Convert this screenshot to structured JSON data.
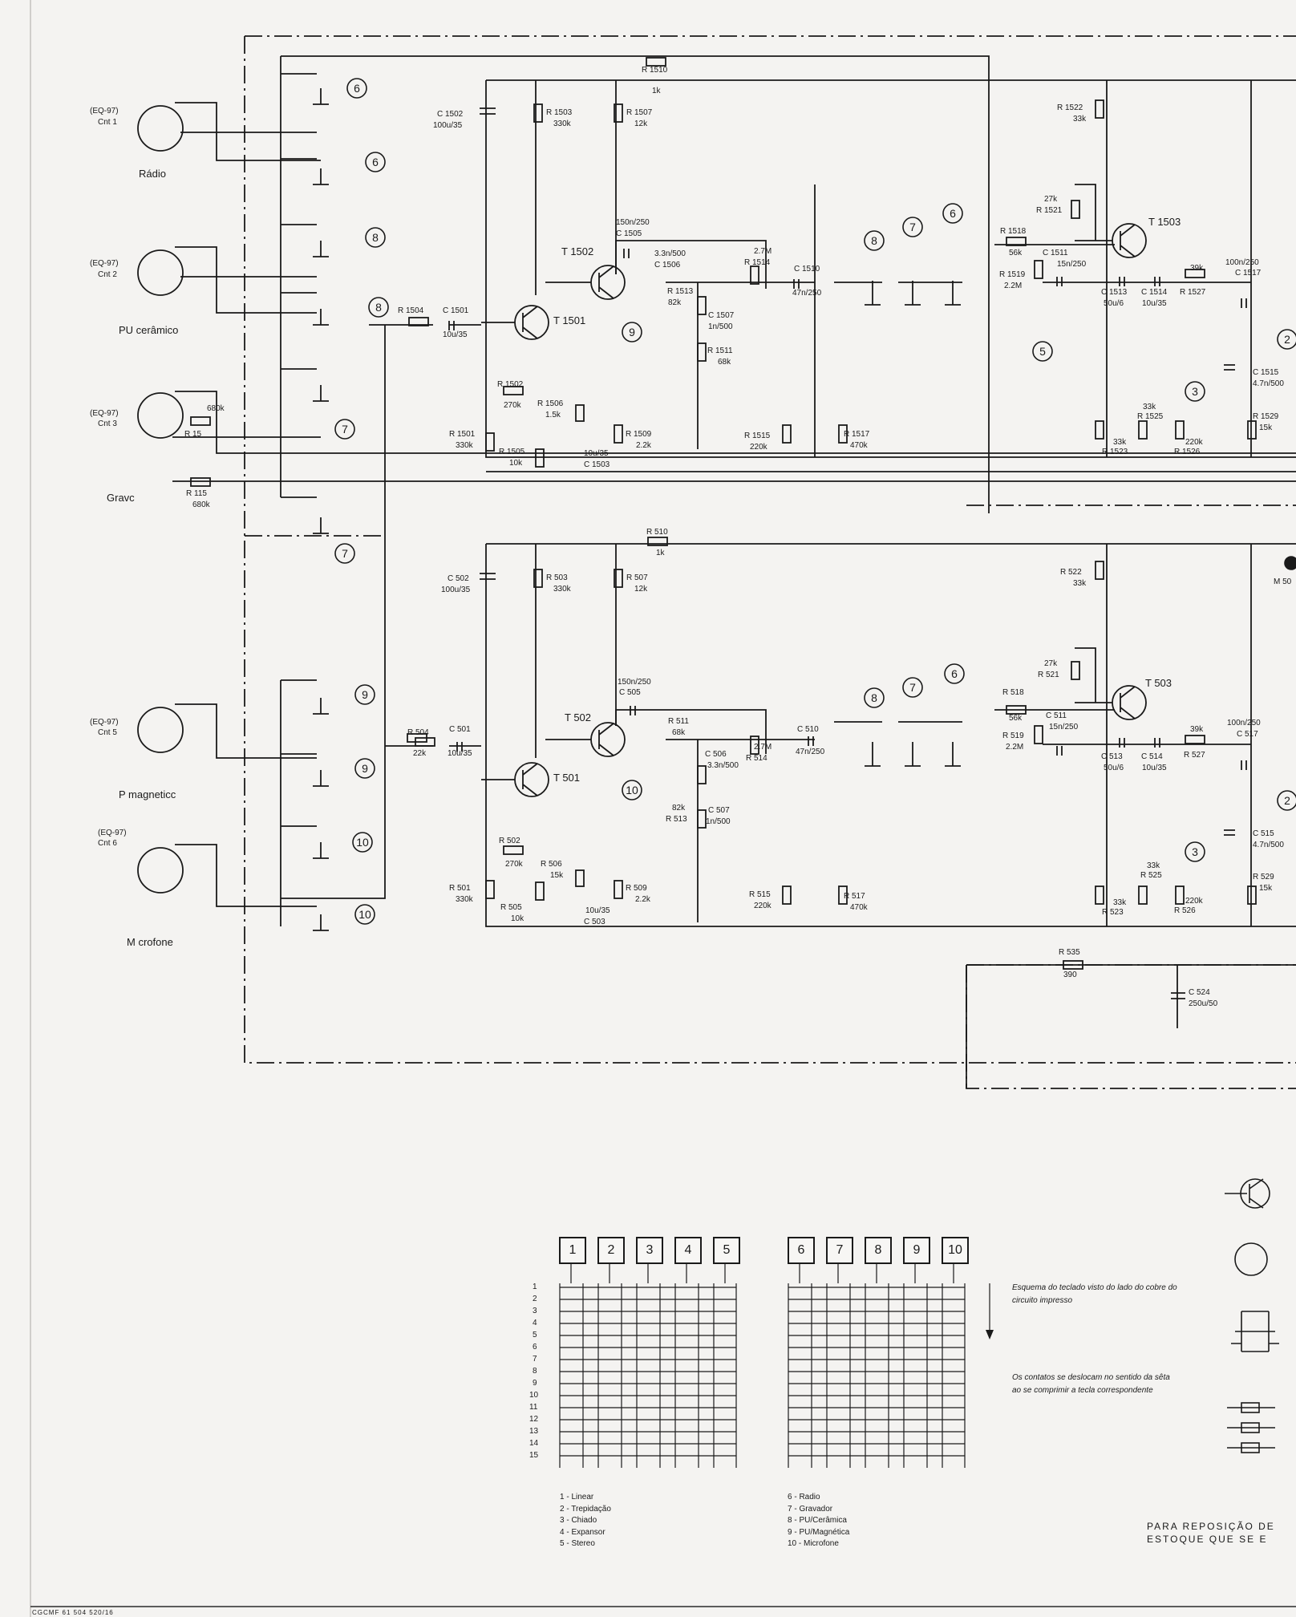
{
  "inputs": {
    "radio": {
      "tag": "(EQ-97)",
      "connector": "Cnt 1",
      "label": "Rádio"
    },
    "pu_ceramico": {
      "tag": "(EQ-97)",
      "connector": "Cnt 2",
      "label": "PU cerâmico"
    },
    "gravador": {
      "tag": "(EQ-97)",
      "connector": "Cnt 3",
      "label": "Gravc"
    },
    "pu_magnetico": {
      "tag": "(EQ-97)",
      "connector": "Cnt 5",
      "label": "P magneticc"
    },
    "microfone": {
      "tag": "(EQ-97)",
      "connector": "Cnt 6",
      "label": "M crofone"
    }
  },
  "components": {
    "r15": {
      "name": "R 15",
      "value": "680k"
    },
    "r115": {
      "name": "R 115",
      "value": "680k"
    },
    "r1504": {
      "name": "R 1504",
      "value": ""
    },
    "c1501": {
      "name": "C 1501",
      "value": "10u/35"
    },
    "c1502": {
      "name": "C 1502",
      "value": "100u/35"
    },
    "r1503": {
      "name": "R 1503",
      "value": "330k"
    },
    "r1507": {
      "name": "R 1507",
      "value": "12k"
    },
    "r1510": {
      "name": "R 1510",
      "value": "1k"
    },
    "t1501": {
      "name": "T 1501"
    },
    "t1502": {
      "name": "T 1502"
    },
    "c1505": {
      "name": "C 1505",
      "value": "150n/250"
    },
    "c1506": {
      "name": "C 1506",
      "value": "3.3n/500"
    },
    "r1514": {
      "name": "R 1514",
      "value": "2.7M"
    },
    "r1513": {
      "name": "R 1513",
      "value": "82k"
    },
    "c1507": {
      "name": "C 1507",
      "value": "1n/500"
    },
    "r1511": {
      "name": "R 1511",
      "value": "68k"
    },
    "r1502": {
      "name": "R 1502",
      "value": "270k"
    },
    "r1506": {
      "name": "R 1506",
      "value": "1.5k"
    },
    "r1501": {
      "name": "R 1501",
      "value": "330k"
    },
    "r1505": {
      "name": "R 1505",
      "value": "10k"
    },
    "c1503": {
      "name": "C 1503",
      "value": "10u/35"
    },
    "r1509": {
      "name": "R 1509",
      "value": "2.2k"
    },
    "c1510": {
      "name": "C 1510",
      "value": "47n/250"
    },
    "r1515": {
      "name": "R 1515",
      "value": "220k"
    },
    "r1517": {
      "name": "R 1517",
      "value": "470k"
    },
    "r1518": {
      "name": "R 1518",
      "value": "56k"
    },
    "r1519": {
      "name": "R 1519",
      "value": "2.2M"
    },
    "c1511": {
      "name": "C 1511",
      "value": "15n/250"
    },
    "r1521": {
      "name": "R 1521",
      "value": "27k"
    },
    "r1522": {
      "name": "R 1522",
      "value": "33k"
    },
    "t1503": {
      "name": "T 1503"
    },
    "c1513": {
      "name": "C 1513",
      "value": "50u/6"
    },
    "c1514": {
      "name": "C 1514",
      "value": "10u/35"
    },
    "r1527": {
      "name": "R 1527",
      "value": "39k"
    },
    "c1517": {
      "name": "C 1517",
      "value": "100n/250"
    },
    "c1515": {
      "name": "C 1515",
      "value": "4.7n/500"
    },
    "r1525": {
      "name": "R 1525",
      "value": "33k"
    },
    "r1523": {
      "name": "R 1523",
      "value": "33k"
    },
    "r1526": {
      "name": "R 1526",
      "value": "220k"
    },
    "r1529": {
      "name": "R 1529",
      "value": "15k"
    },
    "r504": {
      "name": "R 504",
      "value": "22k"
    },
    "c501": {
      "name": "C 501",
      "value": "10u/35"
    },
    "c502": {
      "name": "C 502",
      "value": "100u/35"
    },
    "r503": {
      "name": "R 503",
      "value": "330k"
    },
    "r507": {
      "name": "R 507",
      "value": "12k"
    },
    "r510": {
      "name": "R 510",
      "value": "1k"
    },
    "t501": {
      "name": "T 501"
    },
    "t502": {
      "name": "T 502"
    },
    "c505": {
      "name": "C 505",
      "value": "150n/250"
    },
    "r511": {
      "name": "R 511",
      "value": "68k"
    },
    "c506": {
      "name": "C 506",
      "value": "3.3n/500"
    },
    "r514": {
      "name": "R 514",
      "value": "2.7M"
    },
    "r513": {
      "name": "R 513",
      "value": "82k"
    },
    "c507": {
      "name": "C 507",
      "value": "1n/500"
    },
    "r502": {
      "name": "R 502",
      "value": "270k"
    },
    "r506": {
      "name": "R 506",
      "value": "15k"
    },
    "r501": {
      "name": "R 501",
      "value": "330k"
    },
    "r505": {
      "name": "R 505",
      "value": "10k"
    },
    "c503": {
      "name": "C 503",
      "value": "10u/35"
    },
    "r509": {
      "name": "R 509",
      "value": "2.2k"
    },
    "c510": {
      "name": "C 510",
      "value": "47n/250"
    },
    "r515": {
      "name": "R 515",
      "value": "220k"
    },
    "r517": {
      "name": "R 517",
      "value": "470k"
    },
    "r518": {
      "name": "R 518",
      "value": "56k"
    },
    "r519": {
      "name": "R 519",
      "value": "2.2M"
    },
    "c511": {
      "name": "C 511",
      "value": "15n/250"
    },
    "r521": {
      "name": "R 521",
      "value": "27k"
    },
    "r522": {
      "name": "R 522",
      "value": "33k"
    },
    "t503": {
      "name": "T 503"
    },
    "c513": {
      "name": "C 513",
      "value": "50u/6"
    },
    "c514": {
      "name": "C 514",
      "value": "10u/35"
    },
    "r527": {
      "name": "R 527",
      "value": "39k"
    },
    "c517": {
      "name": "C 517",
      "value": "100n/250"
    },
    "c515": {
      "name": "C 515",
      "value": "4.7n/500"
    },
    "r525": {
      "name": "R 525",
      "value": "33k"
    },
    "r523": {
      "name": "R 523",
      "value": "33k"
    },
    "r526": {
      "name": "R 526",
      "value": "220k"
    },
    "r529": {
      "name": "R 529",
      "value": "15k"
    },
    "r535": {
      "name": "R 535",
      "value": "390"
    },
    "c524": {
      "name": "C 524",
      "value": "250u/50"
    },
    "m50": {
      "name": "M 50"
    }
  },
  "keyboard": {
    "keys_left": [
      "1",
      "2",
      "3",
      "4",
      "5"
    ],
    "keys_right": [
      "6",
      "7",
      "8",
      "9",
      "10"
    ],
    "rows": [
      "1",
      "2",
      "3",
      "4",
      "5",
      "6",
      "7",
      "8",
      "9",
      "10",
      "11",
      "12",
      "13",
      "14",
      "15"
    ],
    "legend_left": [
      "1 - Linear",
      "2 - Trepidação",
      "3 - Chiado",
      "4 - Expansor",
      "5 - Stereo"
    ],
    "legend_right": [
      "6 - Radio",
      "7 - Gravador",
      "8 - PU/Cerâmica",
      "9 - PU/Magnética",
      "10 - Microfone"
    ],
    "note_1": "Esquema do teclado visto do lado do cobre do circuito impresso",
    "note_2": "Os contatos se deslocam no sentido da sêta ao se comprimir a tecla correspondente"
  },
  "footer": {
    "replacement_note_line1": "PARA REPOSIÇÃO DE",
    "replacement_note_line2": "ESTOQUE QUE SE E",
    "print_code": "CGCMF 61 504 520/16"
  }
}
